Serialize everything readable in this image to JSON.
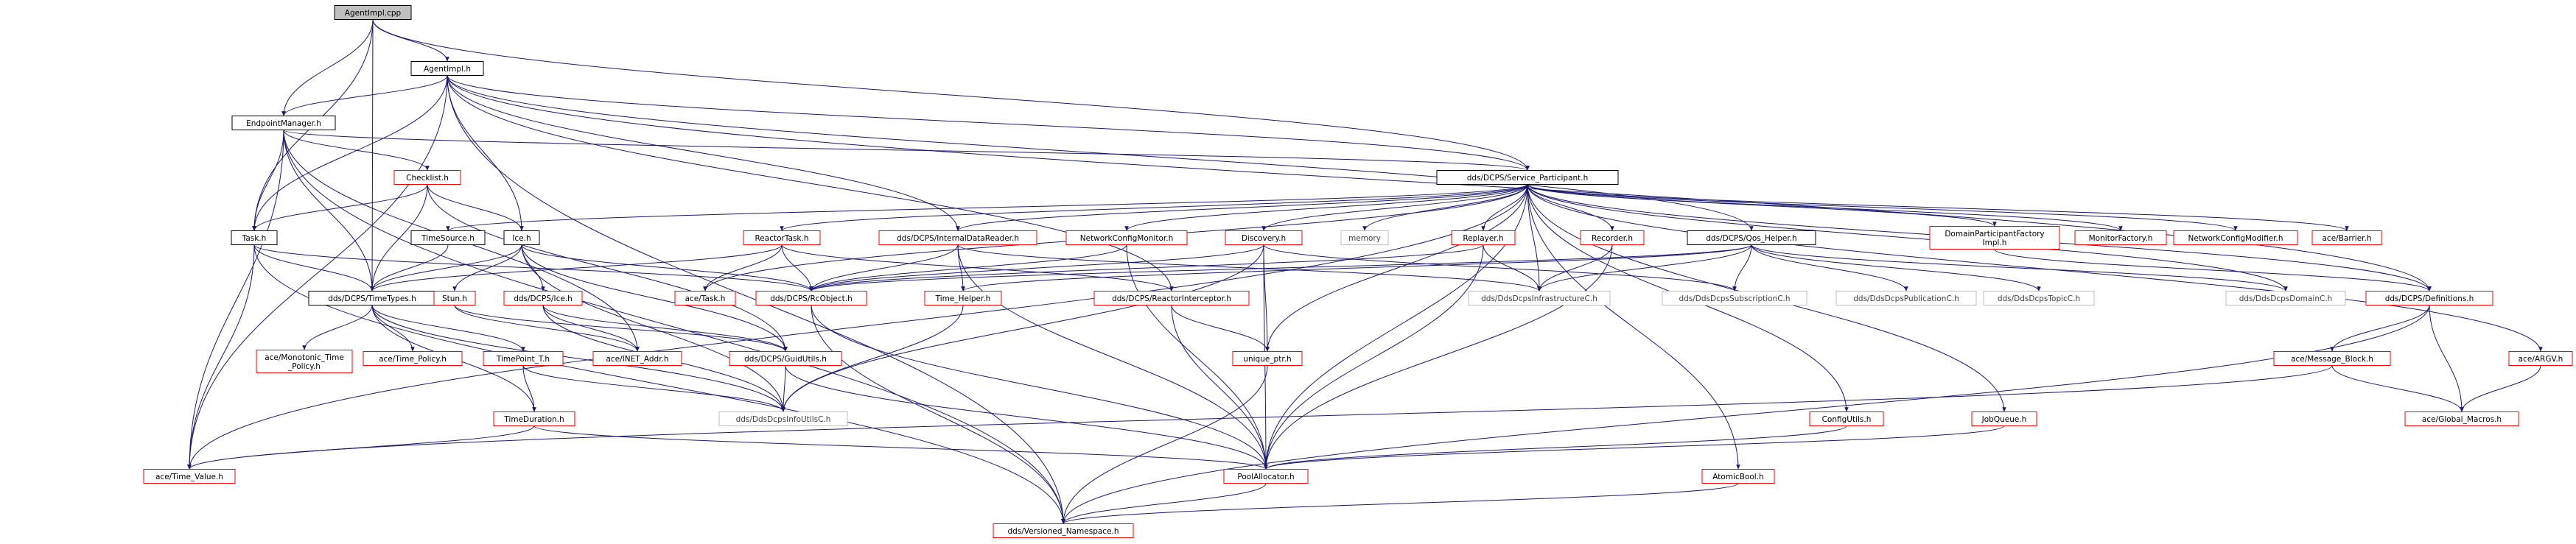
{
  "title": "",
  "colors": {
    "edge": "#191970",
    "border_default": "#000000",
    "border_red": "#ff0000",
    "border_gray": "#bfbfbf",
    "fill_root": "#bfbfbf",
    "fill": "#ffffff",
    "text": "#000000",
    "text_gray": "#404040"
  },
  "nodes": [
    {
      "id": "agentimpl_cpp",
      "label": "AgentImpl.cpp",
      "style": "root"
    },
    {
      "id": "agentimpl_h",
      "label": "AgentImpl.h",
      "style": "default"
    },
    {
      "id": "endpointmanager_h",
      "label": "EndpointManager.h",
      "style": "default"
    },
    {
      "id": "checklist_h",
      "label": "Checklist.h",
      "style": "red"
    },
    {
      "id": "task_h",
      "label": "Task.h",
      "style": "default"
    },
    {
      "id": "service_participant_h",
      "label": "dds/DCPS/Service_Participant.h",
      "style": "default"
    },
    {
      "id": "timesource_h",
      "label": "TimeSource.h",
      "style": "default"
    },
    {
      "id": "ice_h",
      "label": "Ice.h",
      "style": "default"
    },
    {
      "id": "reactortask_h",
      "label": "ReactorTask.h",
      "style": "red"
    },
    {
      "id": "internaldatareader_h",
      "label": "dds/DCPS/InternalDataReader.h",
      "style": "red"
    },
    {
      "id": "networkconfigmonitor_h",
      "label": "NetworkConfigMonitor.h",
      "style": "red"
    },
    {
      "id": "discovery_h",
      "label": "Discovery.h",
      "style": "red"
    },
    {
      "id": "memory",
      "label": "memory",
      "style": "gray"
    },
    {
      "id": "replayer_h",
      "label": "Replayer.h",
      "style": "red"
    },
    {
      "id": "recorder_h",
      "label": "Recorder.h",
      "style": "red"
    },
    {
      "id": "qos_helper_h",
      "label": "dds/DCPS/Qos_Helper.h",
      "style": "default"
    },
    {
      "id": "domainparticipantfactoryimpl_h",
      "label": "DomainParticipantFactory\nImpl.h",
      "style": "red"
    },
    {
      "id": "monitorfactory_h",
      "label": "MonitorFactory.h",
      "style": "red"
    },
    {
      "id": "networkconfigmodifier_h",
      "label": "NetworkConfigModifier.h",
      "style": "red"
    },
    {
      "id": "ace_barrier_h",
      "label": "ace/Barrier.h",
      "style": "red"
    },
    {
      "id": "timetypes_h",
      "label": "dds/DCPS/TimeTypes.h",
      "style": "default"
    },
    {
      "id": "stun_h",
      "label": "Stun.h",
      "style": "red"
    },
    {
      "id": "ice_ice_h",
      "label": "dds/DCPS/Ice.h",
      "style": "red"
    },
    {
      "id": "ace_task_h",
      "label": "ace/Task.h",
      "style": "red"
    },
    {
      "id": "rcobject_h",
      "label": "dds/DCPS/RcObject.h",
      "style": "red"
    },
    {
      "id": "time_helper_h",
      "label": "Time_Helper.h",
      "style": "red"
    },
    {
      "id": "reactorinterceptor_h",
      "label": "dds/DCPS/ReactorInterceptor.h",
      "style": "red"
    },
    {
      "id": "ddsdcpsinfrastructurec_h",
      "label": "dds/DdsDcpsInfrastructureC.h",
      "style": "gray"
    },
    {
      "id": "ddsdcpssubscriptionc_h",
      "label": "dds/DdsDcpsSubscriptionC.h",
      "style": "gray"
    },
    {
      "id": "ddsdcpspublicationc_h",
      "label": "dds/DdsDcpsPublicationC.h",
      "style": "gray"
    },
    {
      "id": "ddsdcpstopicc_h",
      "label": "dds/DdsDcpsTopicC.h",
      "style": "gray"
    },
    {
      "id": "ddsdcpsdomainc_h",
      "label": "dds/DdsDcpsDomainC.h",
      "style": "gray"
    },
    {
      "id": "definitions_h",
      "label": "dds/DCPS/Definitions.h",
      "style": "red"
    },
    {
      "id": "ace_argv_h",
      "label": "ace/ARGV.h",
      "style": "red"
    },
    {
      "id": "ace_monotonic_time_policy_h",
      "label": "ace/Monotonic_Time\n_Policy.h",
      "style": "red"
    },
    {
      "id": "ace_time_policy_h",
      "label": "ace/Time_Policy.h",
      "style": "red"
    },
    {
      "id": "timepoint_t_h",
      "label": "TimePoint_T.h",
      "style": "red"
    },
    {
      "id": "ace_inet_addr_h",
      "label": "ace/INET_Addr.h",
      "style": "red"
    },
    {
      "id": "guidutils_h",
      "label": "dds/DCPS/GuidUtils.h",
      "style": "red"
    },
    {
      "id": "unique_ptr_h",
      "label": "unique_ptr.h",
      "style": "red"
    },
    {
      "id": "ace_message_block_h",
      "label": "ace/Message_Block.h",
      "style": "red"
    },
    {
      "id": "ace_global_macros_h",
      "label": "ace/Global_Macros.h",
      "style": "red"
    },
    {
      "id": "timeduration_h",
      "label": "TimeDuration.h",
      "style": "red"
    },
    {
      "id": "ddsdcpsinfoutilsc_h",
      "label": "dds/DdsDcpsInfoUtilsC.h",
      "style": "gray"
    },
    {
      "id": "configutils_h",
      "label": "ConfigUtils.h",
      "style": "red"
    },
    {
      "id": "jobqueue_h",
      "label": "JobQueue.h",
      "style": "red"
    },
    {
      "id": "ace_time_value_h",
      "label": "ace/Time_Value.h",
      "style": "red"
    },
    {
      "id": "poolallocator_h",
      "label": "PoolAllocator.h",
      "style": "red"
    },
    {
      "id": "atomicbool_h",
      "label": "AtomicBool.h",
      "style": "red"
    },
    {
      "id": "versioned_namespace_h",
      "label": "dds/Versioned_Namespace.h",
      "style": "red"
    }
  ],
  "edges": [
    [
      "agentimpl_cpp",
      "agentimpl_h"
    ],
    [
      "agentimpl_cpp",
      "endpointmanager_h"
    ],
    [
      "agentimpl_cpp",
      "task_h"
    ],
    [
      "agentimpl_cpp",
      "timetypes_h"
    ],
    [
      "agentimpl_cpp",
      "service_participant_h"
    ],
    [
      "agentimpl_h",
      "endpointmanager_h"
    ],
    [
      "agentimpl_h",
      "task_h"
    ],
    [
      "agentimpl_h",
      "ice_h"
    ],
    [
      "agentimpl_h",
      "service_participant_h"
    ],
    [
      "agentimpl_h",
      "qos_helper_h"
    ],
    [
      "agentimpl_h",
      "ace_time_value_h"
    ],
    [
      "agentimpl_h",
      "versioned_namespace_h"
    ],
    [
      "agentimpl_h",
      "internaldatareader_h"
    ],
    [
      "agentimpl_h",
      "reactorinterceptor_h"
    ],
    [
      "agentimpl_h",
      "definitions_h"
    ],
    [
      "endpointmanager_h",
      "checklist_h"
    ],
    [
      "endpointmanager_h",
      "task_h"
    ],
    [
      "endpointmanager_h",
      "timetypes_h"
    ],
    [
      "endpointmanager_h",
      "service_participant_h"
    ],
    [
      "endpointmanager_h",
      "ace_time_value_h"
    ],
    [
      "endpointmanager_h",
      "versioned_namespace_h"
    ],
    [
      "endpointmanager_h",
      "ace_inet_addr_h"
    ],
    [
      "checklist_h",
      "task_h"
    ],
    [
      "checklist_h",
      "ice_h"
    ],
    [
      "checklist_h",
      "timetypes_h"
    ],
    [
      "checklist_h",
      "guidutils_h"
    ],
    [
      "task_h",
      "timetypes_h"
    ],
    [
      "task_h",
      "ace_time_value_h"
    ],
    [
      "task_h",
      "versioned_namespace_h"
    ],
    [
      "task_h",
      "rcobject_h"
    ],
    [
      "service_participant_h",
      "timesource_h"
    ],
    [
      "service_participant_h",
      "ace_time_value_h"
    ],
    [
      "service_participant_h",
      "reactortask_h"
    ],
    [
      "service_participant_h",
      "internaldatareader_h"
    ],
    [
      "service_participant_h",
      "networkconfigmonitor_h"
    ],
    [
      "service_participant_h",
      "discovery_h"
    ],
    [
      "service_participant_h",
      "memory"
    ],
    [
      "service_participant_h",
      "replayer_h"
    ],
    [
      "service_participant_h",
      "recorder_h"
    ],
    [
      "service_participant_h",
      "ddsdcpsinfrastructurec_h"
    ],
    [
      "service_participant_h",
      "domainparticipantfactoryimpl_h"
    ],
    [
      "service_participant_h",
      "monitorfactory_h"
    ],
    [
      "service_participant_h",
      "networkconfigmodifier_h"
    ],
    [
      "service_participant_h",
      "ace_barrier_h"
    ],
    [
      "service_participant_h",
      "definitions_h"
    ],
    [
      "service_participant_h",
      "ace_argv_h"
    ],
    [
      "service_participant_h",
      "ddsdcpsdomainc_h"
    ],
    [
      "service_participant_h",
      "unique_ptr_h"
    ],
    [
      "service_participant_h",
      "poolallocator_h"
    ],
    [
      "service_participant_h",
      "configutils_h"
    ],
    [
      "service_participant_h",
      "jobqueue_h"
    ],
    [
      "service_participant_h",
      "atomicbool_h"
    ],
    [
      "service_participant_h",
      "ace_task_h"
    ],
    [
      "timesource_h",
      "timetypes_h"
    ],
    [
      "ice_h",
      "timetypes_h"
    ],
    [
      "ice_h",
      "stun_h"
    ],
    [
      "ice_h",
      "ice_ice_h"
    ],
    [
      "ice_h",
      "rcobject_h"
    ],
    [
      "ice_h",
      "guidutils_h"
    ],
    [
      "ice_h",
      "ddsdcpsinfoutilsc_h"
    ],
    [
      "reactortask_h",
      "timetypes_h"
    ],
    [
      "reactortask_h",
      "ace_task_h"
    ],
    [
      "reactortask_h",
      "rcobject_h"
    ],
    [
      "reactortask_h",
      "reactorinterceptor_h"
    ],
    [
      "internaldatareader_h",
      "rcobject_h"
    ],
    [
      "internaldatareader_h",
      "time_helper_h"
    ],
    [
      "internaldatareader_h",
      "poolallocator_h"
    ],
    [
      "internaldatareader_h",
      "ddsdcpsinfrastructurec_h"
    ],
    [
      "networkconfigmonitor_h",
      "rcobject_h"
    ],
    [
      "networkconfigmonitor_h",
      "poolallocator_h"
    ],
    [
      "discovery_h",
      "rcobject_h"
    ],
    [
      "discovery_h",
      "unique_ptr_h"
    ],
    [
      "discovery_h",
      "poolallocator_h"
    ],
    [
      "discovery_h",
      "ddsdcpsinfoutilsc_h"
    ],
    [
      "discovery_h",
      "ddsdcpssubscriptionc_h"
    ],
    [
      "replayer_h",
      "rcobject_h"
    ],
    [
      "replayer_h",
      "ddsdcpsinfrastructurec_h"
    ],
    [
      "replayer_h",
      "poolallocator_h"
    ],
    [
      "recorder_h",
      "ddsdcpsinfrastructurec_h"
    ],
    [
      "recorder_h",
      "poolallocator_h"
    ],
    [
      "qos_helper_h",
      "time_helper_h"
    ],
    [
      "qos_helper_h",
      "ddsdcpsinfrastructurec_h"
    ],
    [
      "qos_helper_h",
      "ddsdcpspublicationc_h"
    ],
    [
      "qos_helper_h",
      "ddsdcpstopicc_h"
    ],
    [
      "qos_helper_h",
      "ddsdcpssubscriptionc_h"
    ],
    [
      "qos_helper_h",
      "ddsdcpsdomainc_h"
    ],
    [
      "qos_helper_h",
      "rcobject_h"
    ],
    [
      "domainparticipantfactoryimpl_h",
      "definitions_h"
    ],
    [
      "timetypes_h",
      "ace_monotonic_time_policy_h"
    ],
    [
      "timetypes_h",
      "ace_time_policy_h"
    ],
    [
      "timetypes_h",
      "timepoint_t_h"
    ],
    [
      "timetypes_h",
      "timeduration_h"
    ],
    [
      "timetypes_h",
      "ddsdcpsinfoutilsc_h"
    ],
    [
      "stun_h",
      "ace_inet_addr_h"
    ],
    [
      "stun_h",
      "guidutils_h"
    ],
    [
      "ice_ice_h",
      "ace_inet_addr_h"
    ],
    [
      "ice_ice_h",
      "guidutils_h"
    ],
    [
      "ice_ice_h",
      "ddsdcpsinfoutilsc_h"
    ],
    [
      "rcobject_h",
      "versioned_namespace_h"
    ],
    [
      "rcobject_h",
      "poolallocator_h"
    ],
    [
      "time_helper_h",
      "ddsdcpsinfoutilsc_h"
    ],
    [
      "reactorinterceptor_h",
      "unique_ptr_h"
    ],
    [
      "reactorinterceptor_h",
      "poolallocator_h"
    ],
    [
      "definitions_h",
      "ace_message_block_h"
    ],
    [
      "definitions_h",
      "ace_global_macros_h"
    ],
    [
      "definitions_h",
      "versioned_namespace_h"
    ],
    [
      "ace_argv_h",
      "ace_global_macros_h"
    ],
    [
      "timepoint_t_h",
      "timeduration_h"
    ],
    [
      "timepoint_t_h",
      "ddsdcpsinfoutilsc_h"
    ],
    [
      "guidutils_h",
      "ddsdcpsinfoutilsc_h"
    ],
    [
      "guidutils_h",
      "poolallocator_h"
    ],
    [
      "unique_ptr_h",
      "versioned_namespace_h"
    ],
    [
      "ace_message_block_h",
      "ace_global_macros_h"
    ],
    [
      "ace_message_block_h",
      "ace_time_value_h"
    ],
    [
      "timeduration_h",
      "ace_time_value_h"
    ],
    [
      "timeduration_h",
      "poolallocator_h"
    ],
    [
      "configutils_h",
      "poolallocator_h"
    ],
    [
      "jobqueue_h",
      "poolallocator_h"
    ],
    [
      "poolallocator_h",
      "versioned_namespace_h"
    ],
    [
      "atomicbool_h",
      "versioned_namespace_h"
    ]
  ]
}
